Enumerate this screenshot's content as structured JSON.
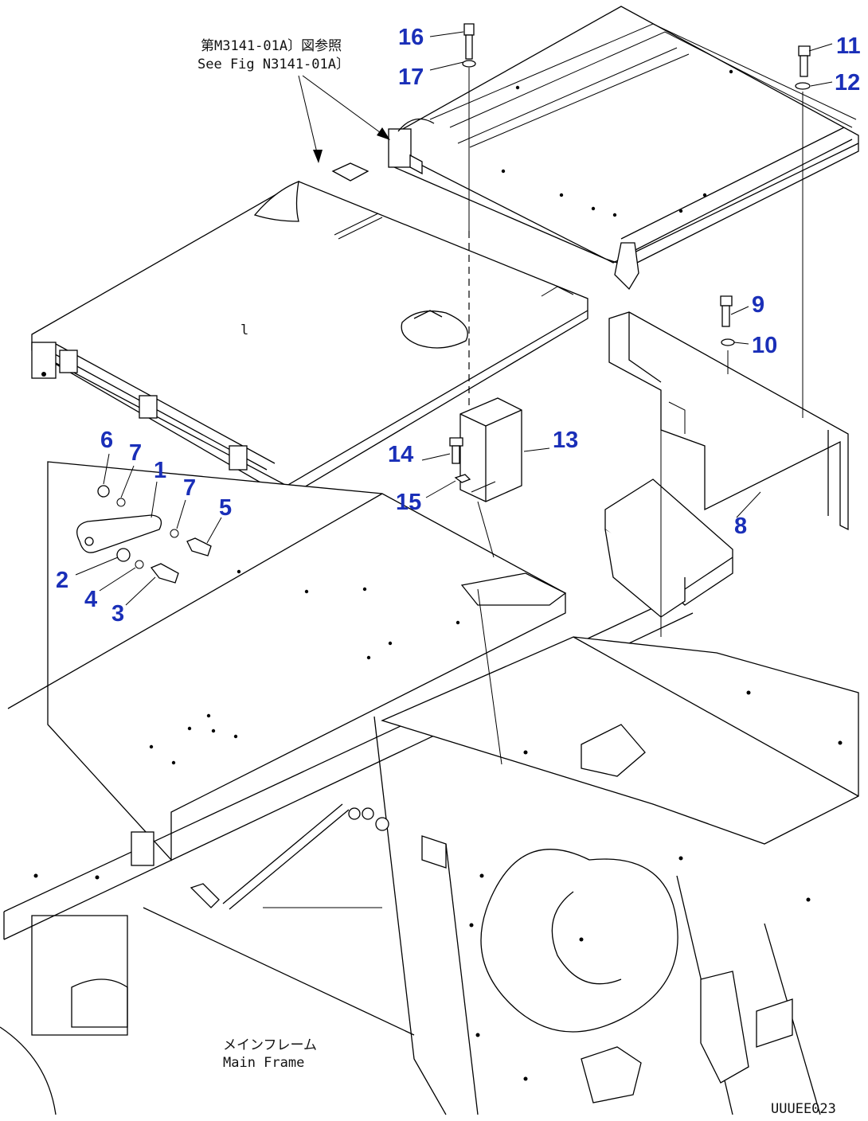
{
  "notes": {
    "ref_jp": "第M3141-01A〕図参照",
    "ref_en": "See Fig N3141-01A〕",
    "frame_jp": "メインフレーム",
    "frame_en": "Main Frame",
    "drawing_id": "UUUEE023"
  },
  "callouts": [
    "1",
    "2",
    "3",
    "4",
    "5",
    "6",
    "7",
    "7",
    "8",
    "9",
    "10",
    "11",
    "12",
    "13",
    "14",
    "15",
    "16",
    "17"
  ],
  "colors": {
    "callout": "#1a2fb8",
    "lines": "#000000",
    "background": "#ffffff"
  }
}
